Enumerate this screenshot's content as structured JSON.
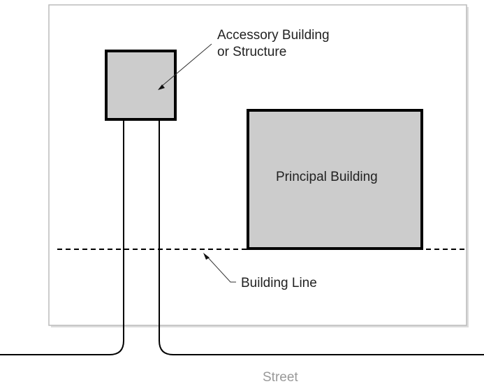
{
  "labels": {
    "accessory_line1": "Accessory Building",
    "accessory_line2": "or Structure",
    "principal": "Principal Building",
    "building_line": "Building Line",
    "street": "Street"
  },
  "colors": {
    "building_fill": "#cccccc",
    "stroke": "#000000",
    "lot_border": "#bbbbbb",
    "street_text": "#999999"
  }
}
